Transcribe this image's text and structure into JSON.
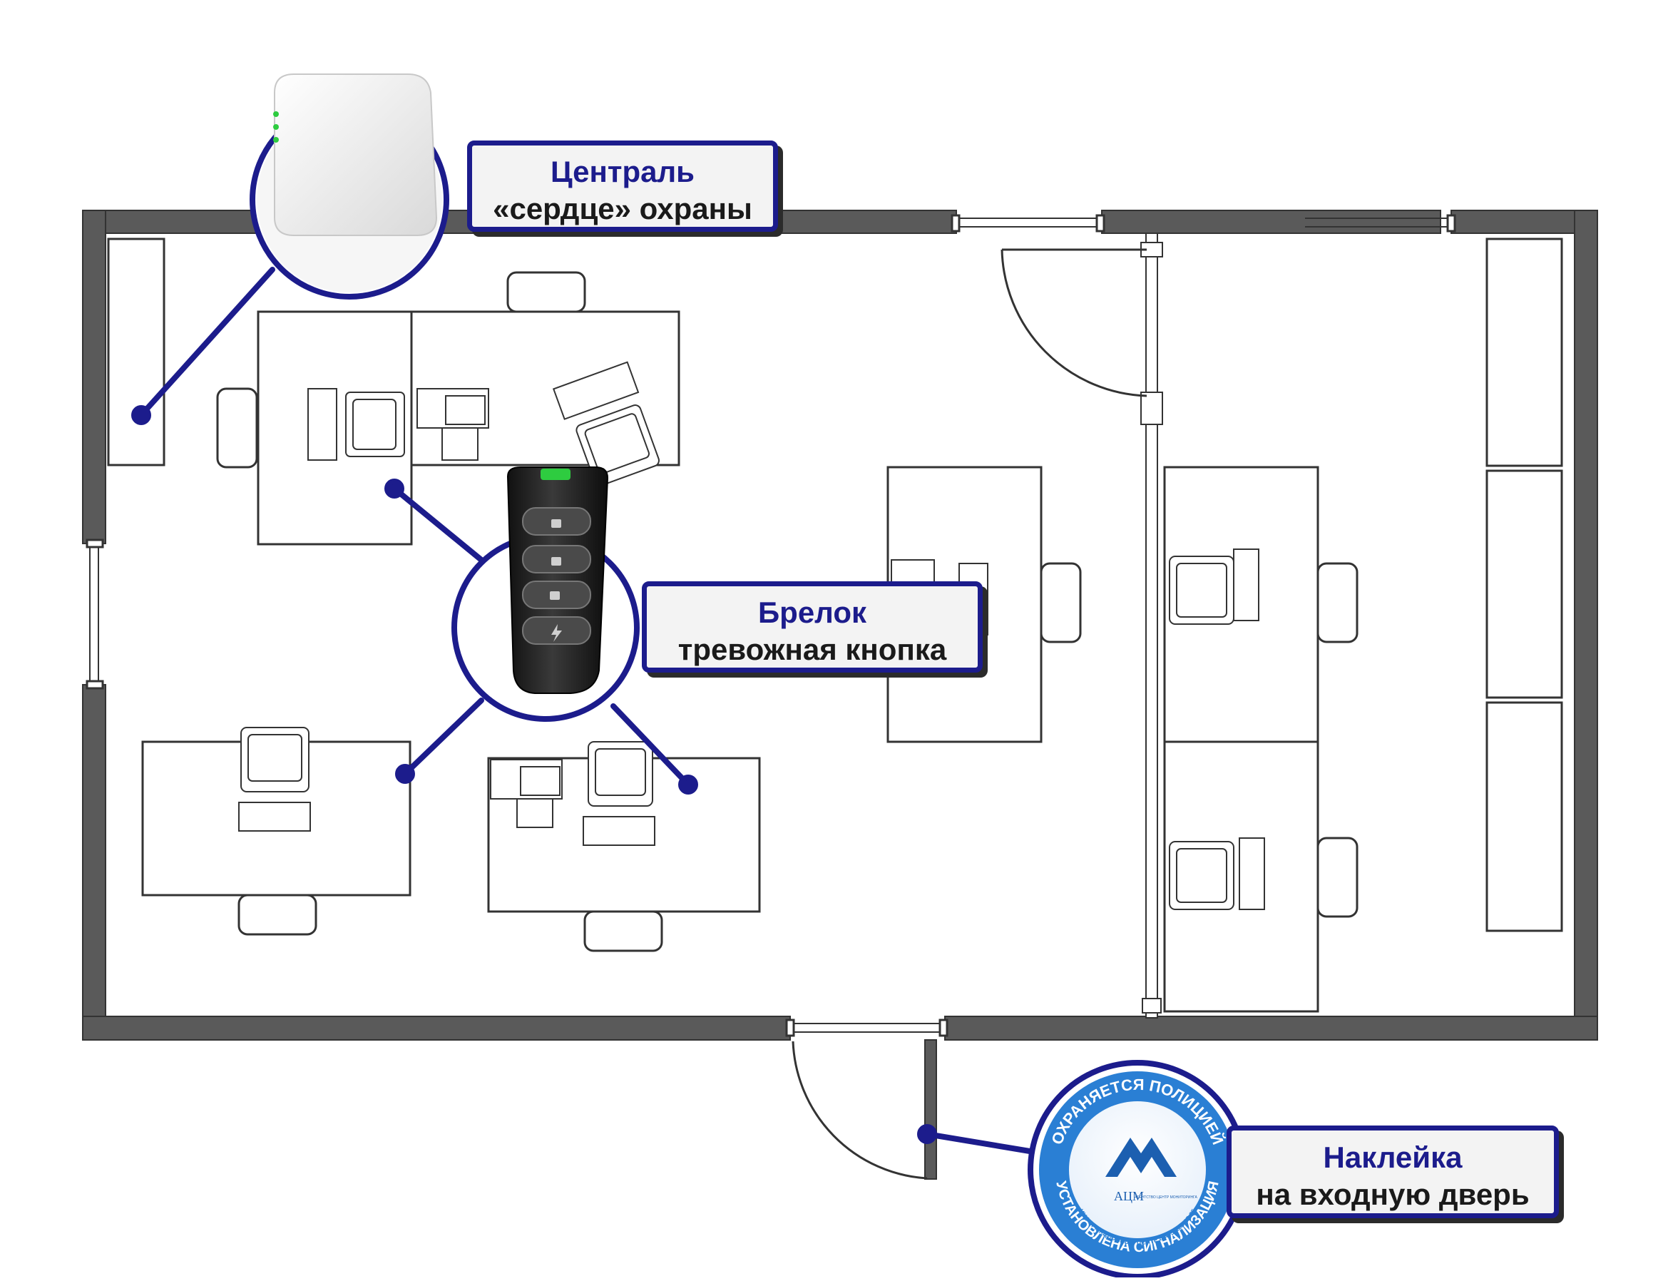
{
  "callouts": {
    "central": {
      "title": "Централь",
      "subtitle": "«сердце» охраны",
      "icon": "control-panel-icon"
    },
    "fob": {
      "title": "Брелок",
      "subtitle": "тревожная кнопка",
      "icon": "key-fob-icon"
    },
    "sticker": {
      "title": "Наклейка",
      "subtitle": "на входную дверь",
      "icon": "sticker-icon"
    }
  },
  "sticker_badge": {
    "top_text": "ОХРАНЯЕТСЯ ПОЛИЦИЕЙ",
    "bottom_text": "УСТАНОВЛЕНА СИГНАЛИЗАЦИЯ",
    "info_text": "ИНФОРМАЦИОННЫЙ ЦЕНТР 8(495)123-35-85",
    "logo_text": "АЦМ",
    "logo_caption": "АГЕНТСТВО ЦЕНТР МОНИТОРИНГА"
  },
  "colors": {
    "accent": "#1c1c8c",
    "wall": "#5a5a5a",
    "badge_blue": "#2a7fd4",
    "led_green": "#2ecc40"
  }
}
